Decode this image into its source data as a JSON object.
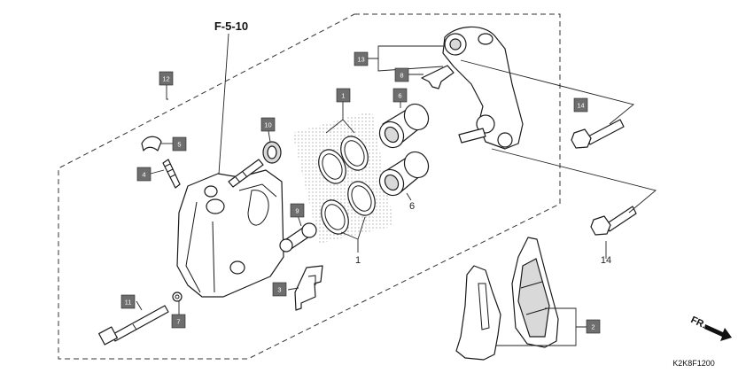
{
  "diagram": {
    "reference_label": "F-5-10",
    "drawing_code": "K2K8F1200",
    "front_label": "FR.",
    "callouts": [
      "1",
      "2",
      "3",
      "4",
      "5",
      "6",
      "7",
      "8",
      "9",
      "10",
      "11",
      "12",
      "13",
      "14"
    ],
    "plain_numbers": {
      "piston_seals": "1",
      "pistons": "6",
      "bolt": "14"
    }
  }
}
